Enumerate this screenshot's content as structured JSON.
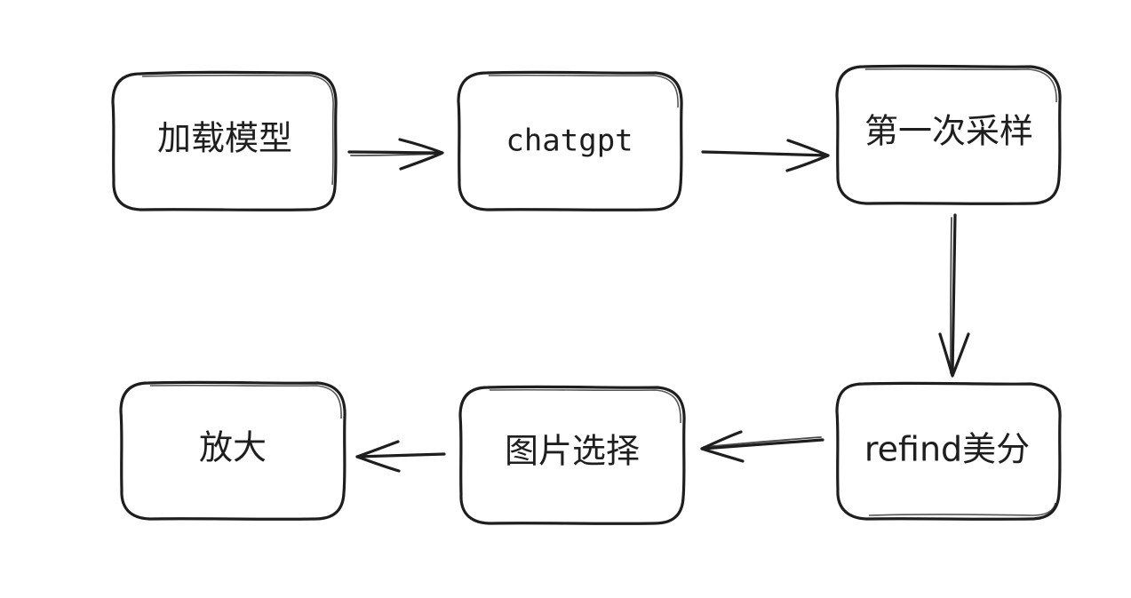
{
  "nodes": [
    {
      "id": "load-model",
      "label": "加载模型"
    },
    {
      "id": "chatgpt",
      "label": "chatgpt"
    },
    {
      "id": "first-sampling",
      "label": "第一次采样"
    },
    {
      "id": "refind-score",
      "label": "refind美分"
    },
    {
      "id": "image-select",
      "label": "图片选择"
    },
    {
      "id": "upscale",
      "label": "放大"
    }
  ],
  "edges": [
    {
      "from": "load-model",
      "to": "chatgpt"
    },
    {
      "from": "chatgpt",
      "to": "first-sampling"
    },
    {
      "from": "first-sampling",
      "to": "refind-score"
    },
    {
      "from": "refind-score",
      "to": "image-select"
    },
    {
      "from": "image-select",
      "to": "upscale"
    }
  ],
  "colors": {
    "stroke": "#1e1e1e",
    "background": "#ffffff"
  }
}
